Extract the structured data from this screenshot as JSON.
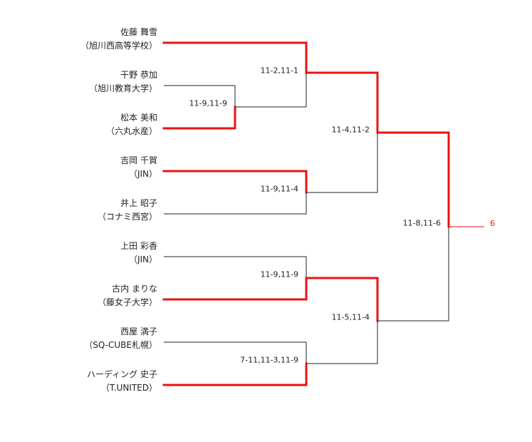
{
  "players": [
    {
      "name": "佐藤 舞雪",
      "team": "（旭川西高等学校）"
    },
    {
      "name": "干野 恭加",
      "team": "（旭川教育大学）"
    },
    {
      "name": "松本 美和",
      "team": "（六丸水産）"
    },
    {
      "name": "吉岡 千賀",
      "team": "（JIN）"
    },
    {
      "name": "井上 昭子",
      "team": "（コナミ西宮）"
    },
    {
      "name": "上田 彩香",
      "team": "（JIN）"
    },
    {
      "name": "古内 まりな",
      "team": "（藤女子大学）"
    },
    {
      "name": "西屋 満子",
      "team": "（SQ-CUBE札幌）"
    },
    {
      "name": "ハーディング 史子",
      "team": "（T.UNITED）"
    }
  ],
  "scores": {
    "prelim_2_3": "11-9,11-9",
    "r1_top": "11-2,11-1",
    "r1_jin_konami": "11-9,11-4",
    "r1_jin_fuji": "11-9,11-9",
    "r1_sq_t": "7-11,11-3,11-9",
    "semi_top": "11-4,11-2",
    "semi_bottom": "11-5,11-4",
    "final": "11-8,11-6"
  },
  "result_seed": "6",
  "colors": {
    "winner_line": "#ee1111",
    "line": "#222222",
    "seed_text": "#ee1111"
  }
}
